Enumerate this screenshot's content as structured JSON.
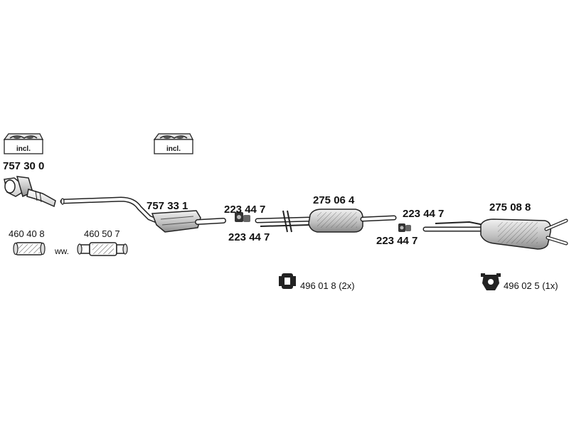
{
  "labels": {
    "part_757300": "757 30 0",
    "part_757331": "757 33 1",
    "part_223447_a": "223 44 7",
    "part_223447_b": "223 44 7",
    "part_275064": "275 06 4",
    "part_223447_c": "223 44 7",
    "part_223447_d": "223 44 7",
    "part_275088": "275 08 8",
    "part_460408": "460 40 8",
    "part_460507": "460 50 7",
    "or_text": "ww.",
    "part_496018": "496 01 8 (2x)",
    "part_496025": "496 02 5 (1x)"
  },
  "kit_boxes": {
    "kit1_label": "incl.",
    "kit2_label": "incl."
  },
  "icons": {
    "kit_box": "gasket-kit-box-icon",
    "clamp": "pipe-clamp-icon",
    "hanger_496018": "rubber-hanger-icon",
    "hanger_496025": "rubber-mount-icon"
  },
  "colors": {
    "line": "#222222",
    "fill_light": "#e6e6e6",
    "fill_mid": "#bdbdbd",
    "fill_dark": "#555555"
  }
}
